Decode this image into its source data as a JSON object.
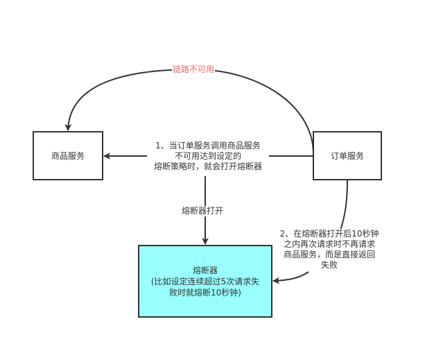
{
  "nodes": {
    "product_service": {
      "label": "商品服务"
    },
    "order_service": {
      "label": "订单服务"
    },
    "circuit_breaker": {
      "label": "熔断器\n(比如设定连续超过5次请求失\n败时就熔断10秒钟)",
      "fill": "#99ffff"
    }
  },
  "edges": {
    "order_to_product_unavailable": {
      "label": "链路不可用",
      "label_color": "#ea6b66"
    },
    "order_to_product_call": {
      "label": "1、当订单服务调用商品服务\n不可用达到设定的\n熔断策略时，就会打开熔断器"
    },
    "call_to_breaker": {
      "label": "熔断器打开"
    },
    "order_to_breaker_retry": {
      "label": "2、在熔断器打开后10秒钟\n之内再次请求时不再请求\n商品服务，而是直接返回\n失败"
    }
  },
  "colors": {
    "stroke": "#333333",
    "breaker_fill": "#99ffff",
    "warning_text": "#ea6b66"
  }
}
